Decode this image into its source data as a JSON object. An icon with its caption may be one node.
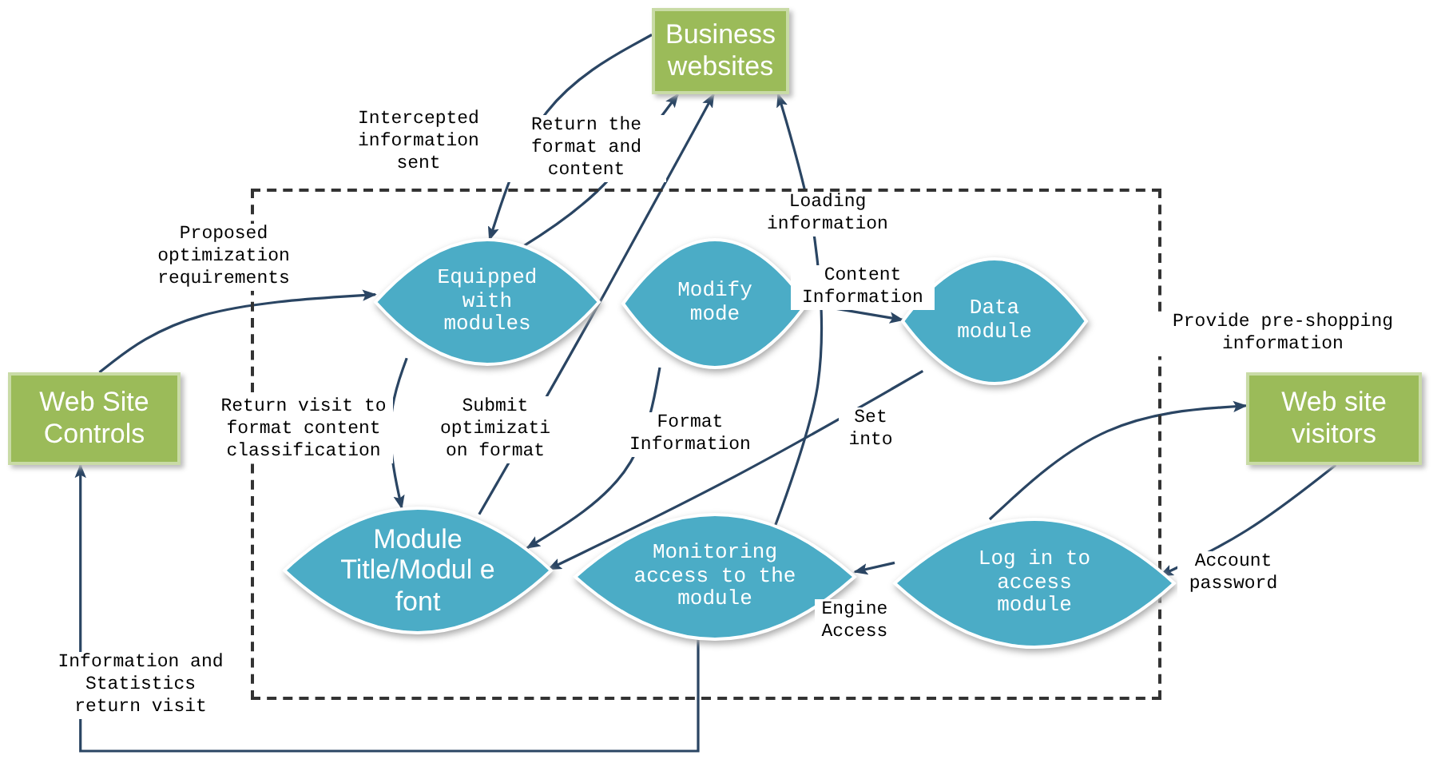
{
  "diagram": {
    "nodes": [
      {
        "text": [
          "Business websites"
        ]
      },
      {
        "text": [
          "Web Site Controls"
        ]
      },
      {
        "text": [],
        "shape": "box"
      },
      {
        "text": [
          "Equipped with modules"
        ],
        "in": 2
      },
      {
        "text": [
          "Modify mode"
        ],
        "in": 2
      },
      {
        "text": [
          "Data module"
        ],
        "in": 2
      },
      {
        "text": [
          "Module Title/Modul e font"
        ],
        "in": 2
      },
      {
        "text": [
          "Monitoring access to the module"
        ],
        "in": 2
      },
      {
        "text": [
          "Log in to access module"
        ],
        "in": 2
      },
      {
        "text": [
          "Web site visitors"
        ]
      }
    ],
    "edges": [
      {
        "from": 0,
        "to": 3,
        "arrow": "to",
        "label": "Intercepted information sent"
      },
      {
        "from": 3,
        "to": 0,
        "arrow": "to",
        "label": "Return the format and content"
      },
      {
        "from": 6,
        "to": 0,
        "arrow": "to",
        "label": "Submit optimizati on format"
      },
      {
        "from": 7,
        "to": 0,
        "arrow": "to",
        "label": "Loading information"
      },
      {
        "from": 1,
        "to": 3,
        "arrow": "to",
        "label": "Proposed optimization requirements"
      },
      {
        "from": 3,
        "to": 6,
        "arrow": "to",
        "label": "Return visit to format content classification"
      },
      {
        "from": 4,
        "to": 6,
        "arrow": "to",
        "label": "Format Information"
      },
      {
        "from": 4,
        "to": 5,
        "arrow": "to",
        "label": "Content Information"
      },
      {
        "from": 5,
        "to": 6,
        "arrow": "to",
        "label": "Set into"
      },
      {
        "from": 8,
        "to": 9,
        "arrow": "to",
        "label": "Provide pre-shopping information"
      },
      {
        "from": 9,
        "to": 8,
        "arrow": "to",
        "label": "Account password"
      },
      {
        "from": 8,
        "to": 7,
        "arrow": "to",
        "label": "Engine Access"
      },
      {
        "from": 7,
        "to": 1,
        "arrow": "to",
        "label": "Information and Statistics return visit"
      }
    ]
  }
}
